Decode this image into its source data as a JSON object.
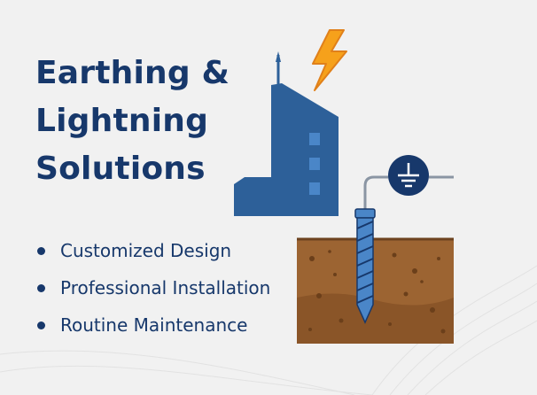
{
  "headline": {
    "line1": "Earthing &",
    "line2": "Lightning",
    "line3": "Solutions"
  },
  "features": [
    "Customized Design",
    "Professional Installation",
    "Routine Maintenance"
  ],
  "colors": {
    "text": "#17386b",
    "building": "#2d6099",
    "window": "#4a86c8",
    "soil": "#9c6432",
    "soil_dark": "#7a4a22",
    "bolt": "#f6a11b",
    "background": "#f1f1f1"
  },
  "icons": [
    "lightning-bolt-icon",
    "building-icon",
    "ground-symbol-icon",
    "earth-rod-icon"
  ]
}
